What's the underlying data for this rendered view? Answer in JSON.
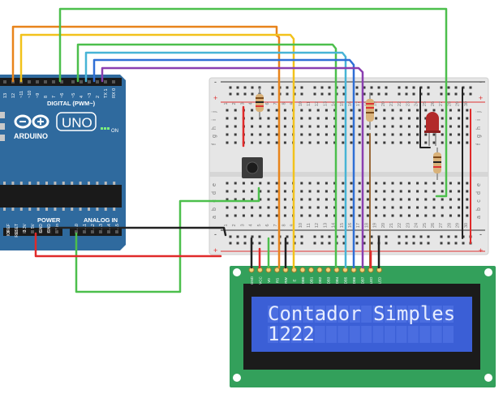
{
  "arduino": {
    "brand": "ARDUINO",
    "model": "UNO",
    "on_label": "ON",
    "digital_header": "DIGITAL (PWM~)",
    "analog_header": "ANALOG IN",
    "power_header": "POWER",
    "top_pin_labels": [
      "13",
      "12",
      "~11",
      "~10",
      "~9",
      "8",
      "7",
      "~6",
      "~5",
      "4",
      "~3",
      "2",
      "TX 1",
      "RX 0"
    ],
    "power_pin_labels": [
      "IOREF",
      "RESET",
      "3.3V",
      "5V",
      "GND",
      "GND",
      "Vin"
    ],
    "analog_pin_labels": [
      "A0",
      "A1",
      "A2",
      "A3",
      "A4",
      "A5"
    ]
  },
  "breadboard": {
    "column_numbers": [
      "1",
      "2",
      "3",
      "4",
      "5",
      "6",
      "7",
      "8",
      "9",
      "10",
      "11",
      "12",
      "13",
      "14",
      "15",
      "16",
      "17",
      "18",
      "19",
      "20",
      "21",
      "22",
      "23",
      "24",
      "25",
      "26",
      "27",
      "28",
      "29",
      "30"
    ],
    "row_letters_top": [
      "j",
      "i",
      "h",
      "g",
      "f"
    ],
    "row_letters_bottom": [
      "e",
      "d",
      "c",
      "b",
      "a"
    ],
    "rail_plus": "+",
    "rail_minus": "-"
  },
  "lcd": {
    "pin_labels": [
      "GND",
      "VCC",
      "V0",
      "RS",
      "RW",
      "E",
      "DB0",
      "DB1",
      "DB2",
      "DB3",
      "DB4",
      "DB5",
      "DB6",
      "DB7",
      "LED",
      "LED"
    ],
    "line1": "Contador Simples",
    "line2": "1222"
  },
  "colors": {
    "arduino_board": "#2f6a9e",
    "breadboard": "#e6e6e6",
    "lcd_board": "#33a05b",
    "lcd_screen": "#3b5fd6",
    "wire_orange": "#e8841b",
    "wire_yellow": "#f2c21b",
    "wire_green": "#4cbf4c",
    "wire_cyan": "#47b4d6",
    "wire_blue": "#2f6fd6",
    "wire_purple": "#8a3fb0",
    "wire_red": "#e02a2a",
    "wire_black": "#222222",
    "wire_brown": "#9a6a3a"
  }
}
